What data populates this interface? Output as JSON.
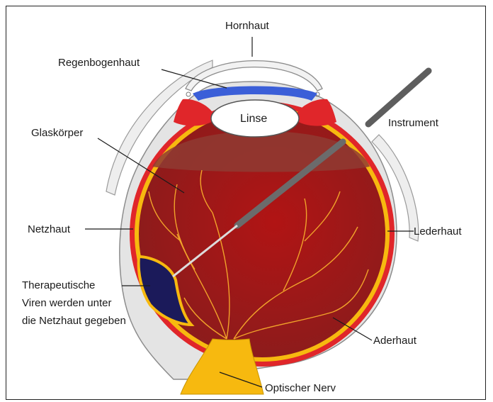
{
  "labels": {
    "cornea": "Hornhaut",
    "iris": "Regenbogenhaut",
    "lens": "Linse",
    "instrument": "Instrument",
    "vitreous": "Glaskörper",
    "retina": "Netzhaut",
    "sclera": "Lederhaut",
    "therapy_line1": "Therapeutische",
    "therapy_line2": "Viren werden unter",
    "therapy_line3": "die Netzhaut gegeben",
    "choroid": "Aderhaut",
    "optic_nerve": "Optischer Nerv"
  },
  "colors": {
    "sclera": "#e4e4e4",
    "choroid": "#e0262a",
    "retina": "#f7b90f",
    "vitreous": "#9e1b1b",
    "iris": "#3b5fd8",
    "optic_nerve": "#f7b90f",
    "subretinal_bleb": "#1b1a5a",
    "instrument": "#6b6b6b"
  }
}
